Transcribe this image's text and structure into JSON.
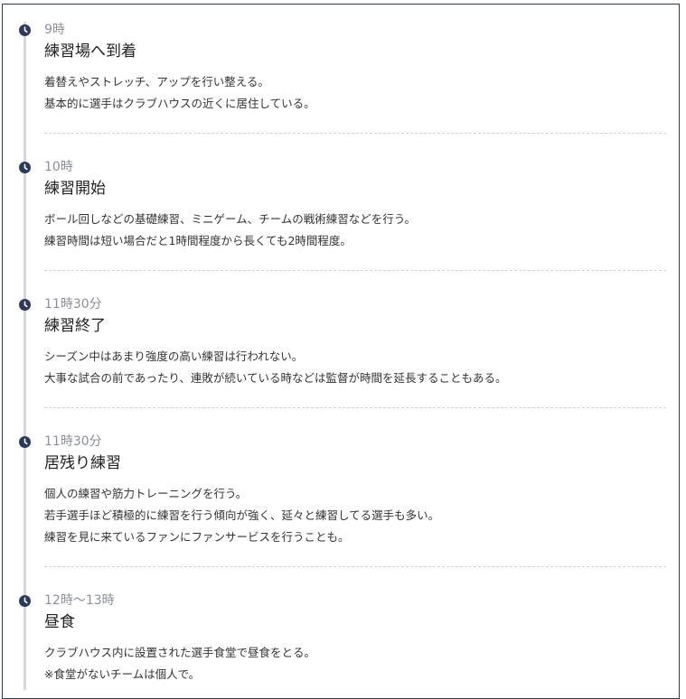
{
  "schedule": [
    {
      "time": "9時",
      "title": "練習場へ到着",
      "lines": [
        "着替えやストレッチ、アップを行い整える。",
        "基本的に選手はクラブハウスの近くに居住している。"
      ]
    },
    {
      "time": "10時",
      "title": "練習開始",
      "lines": [
        "ボール回しなどの基礎練習、ミニゲーム、チームの戦術練習などを行う。",
        "練習時間は短い場合だと1時間程度から長くても2時間程度。"
      ]
    },
    {
      "time": "11時30分",
      "title": "練習終了",
      "lines": [
        "シーズン中はあまり強度の高い練習は行われない。",
        "大事な試合の前であったり、連敗が続いている時などは監督が時間を延長することもある。"
      ]
    },
    {
      "time": "11時30分",
      "title": "居残り練習",
      "lines": [
        "個人の練習や筋力トレーニングを行う。",
        "若手選手ほど積極的に練習を行う傾向が強く、延々と練習してる選手も多い。",
        "練習を見に来ているファンにファンサービスを行うことも。"
      ]
    },
    {
      "time": "12時〜13時",
      "title": "昼食",
      "lines": [
        "クラブハウス内に設置された選手食堂で昼食をとる。",
        "※食堂がないチームは個人で。"
      ]
    }
  ],
  "colors": {
    "clock_icon": "#2b3a5c",
    "rail": "#d4d7de",
    "time_text": "#8a8f99",
    "frame_border": "#2f3a44"
  },
  "icons": {
    "entry_marker": "clock-icon"
  }
}
